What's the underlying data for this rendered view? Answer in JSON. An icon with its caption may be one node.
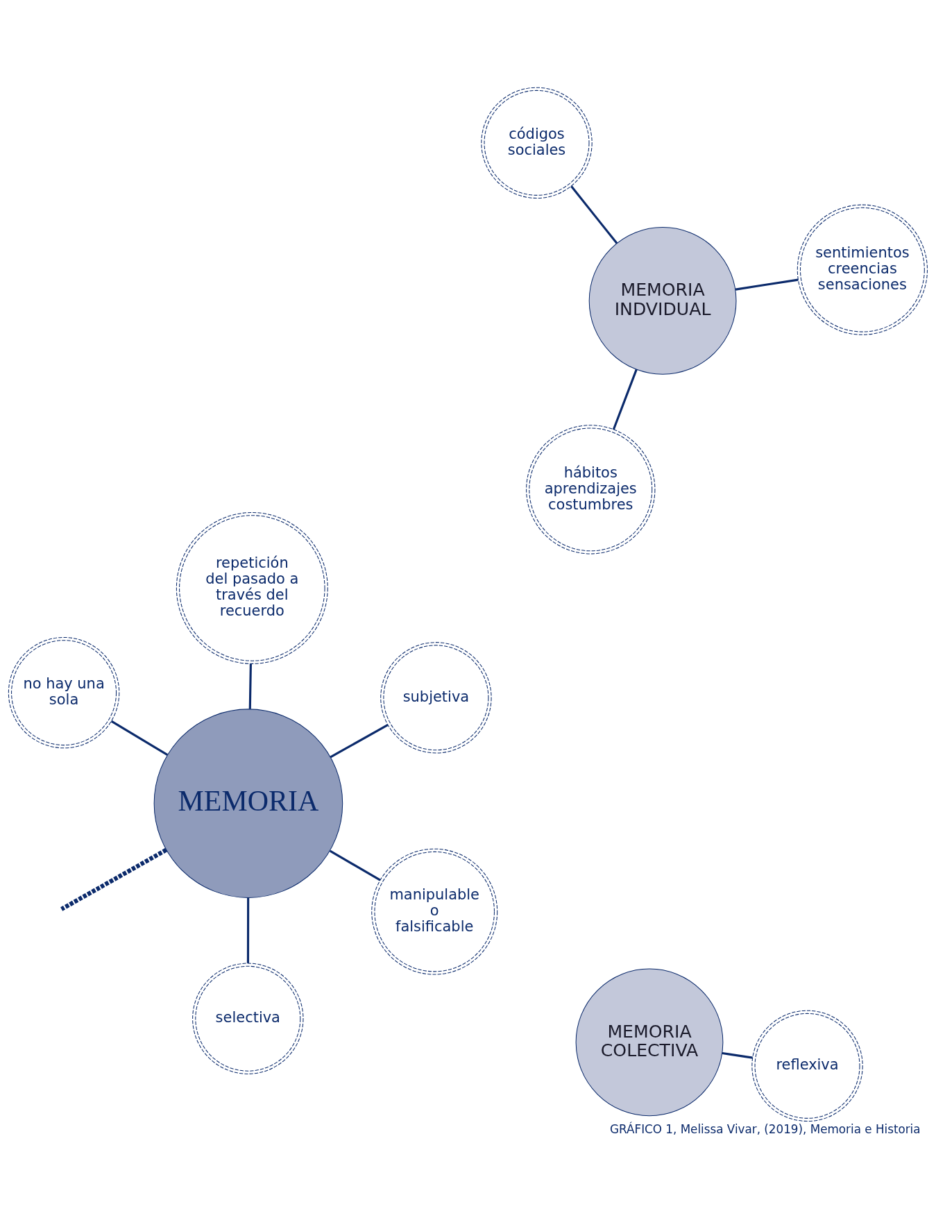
{
  "diagram": {
    "caption": "GRÁFICO 1, Melissa Vivar, (2019), Memoria e Historia",
    "nodes": [
      {
        "text": [
          "MEMORIA"
        ]
      },
      {
        "text": [
          "manipulable o falsificable"
        ]
      },
      {
        "text": [
          "selectiva"
        ]
      },
      {
        "text": [
          "no hay una sola"
        ]
      },
      {
        "text": [
          "subjetiva"
        ]
      },
      {
        "text": [
          "repetición del pasado a través del recuerdo"
        ]
      },
      {
        "text": [
          "MEMORIA INDVIDUAL"
        ]
      },
      {
        "text": [
          "MEMORIA COLECTIVA"
        ]
      },
      {
        "text": [
          "sentimientos creencias sensaciones"
        ]
      },
      {
        "text": [
          "hábitos aprendizajes costumbres"
        ]
      },
      {
        "text": [
          "códigos sociales"
        ]
      },
      {
        "text": [
          "reflexiva"
        ]
      }
    ],
    "edges": [
      {
        "from": 1,
        "to": 0,
        "arrow": "none"
      },
      {
        "from": 2,
        "to": 0,
        "arrow": "none"
      },
      {
        "from": 3,
        "to": 0,
        "arrow": "none"
      },
      {
        "from": 4,
        "to": 0,
        "arrow": "none"
      },
      {
        "from": 5,
        "to": 0,
        "arrow": "none"
      },
      {
        "from": 0,
        "to": null,
        "arrow": "none",
        "style": "dashed"
      },
      {
        "from": 8,
        "to": 6,
        "arrow": "none"
      },
      {
        "from": 9,
        "to": 6,
        "arrow": "none"
      },
      {
        "from": 10,
        "to": 6,
        "arrow": "none"
      },
      {
        "from": 11,
        "to": 7,
        "arrow": "none"
      }
    ]
  }
}
